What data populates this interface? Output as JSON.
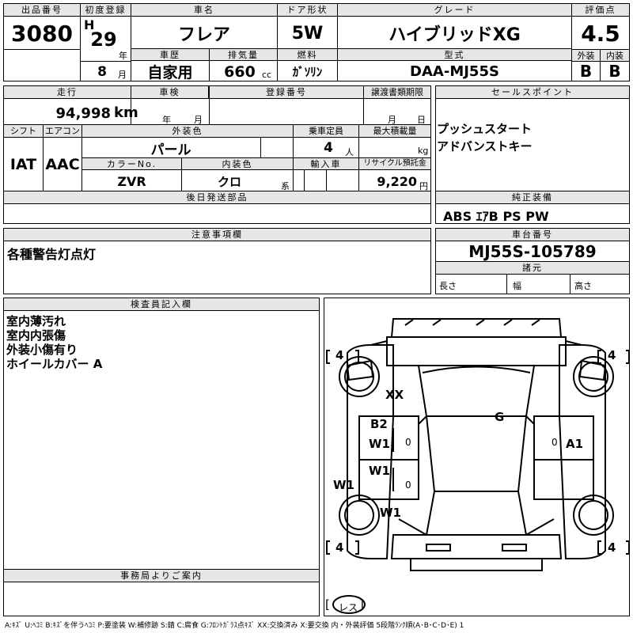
{
  "header": {
    "lot_no_label": "出品番号",
    "lot_no": "3080",
    "first_reg_label": "初度登録",
    "era": "H",
    "year": "29",
    "year_unit": "年",
    "month": "8",
    "month_unit": "月",
    "car_name_label": "車名",
    "car_name": "フレア",
    "door_label": "ドア形状",
    "door": "5W",
    "grade_label": "グレード",
    "grade": "ハイブリッドXG",
    "score_label": "評価点",
    "score": "4.5",
    "exterior_label": "外装",
    "exterior": "B",
    "interior_label": "内装",
    "interior": "B",
    "history_label": "車歴",
    "history": "自家用",
    "displacement_label": "排気量",
    "displacement": "660",
    "displacement_unit": "cc",
    "fuel_label": "燃料",
    "fuel": "ｶﾞｿﾘﾝ",
    "model_label": "型式",
    "model": "DAA-MJ55S"
  },
  "specs": {
    "mileage_label": "走行",
    "mileage": "94,998",
    "mileage_unit": "km",
    "inspection_label": "車検",
    "inspection_year_unit": "年",
    "inspection_month_unit": "月",
    "reg_no_label": "登録番号",
    "doc_deadline_label": "譲渡書類期限",
    "doc_month_unit": "月",
    "doc_day_unit": "日",
    "shift_label": "シフト",
    "shift": "IAT",
    "ac_label": "エアコン",
    "ac": "AAC",
    "ext_color_label": "外装色",
    "ext_color": "パール",
    "capacity_label": "乗車定員",
    "capacity": "4",
    "capacity_unit": "人",
    "max_load_label": "最大積載量",
    "max_load_unit": "kg",
    "color_no_label": "カラーNo.",
    "color_no": "ZVR",
    "int_color_label": "内装色",
    "int_color": "クロ",
    "int_color_unit": "系",
    "import_label": "輸入車",
    "recycle_label": "リサイクル預託金",
    "recycle": "9,220",
    "recycle_unit": "円",
    "later_parts_label": "後日発送部品"
  },
  "sales_points": {
    "label": "セールスポイント",
    "lines": [
      "プッシュスタート",
      "アドバンストキー"
    ]
  },
  "equipment": {
    "label": "純正装備",
    "value": "ABS ｴｱB PS PW"
  },
  "notes": {
    "label": "注意事項欄",
    "value": "各種警告灯点灯"
  },
  "chassis": {
    "label": "車台番号",
    "value": "MJ55S-105789"
  },
  "dimensions": {
    "label": "諸元",
    "length": "長さ",
    "width": "幅",
    "height": "高さ"
  },
  "inspector": {
    "label": "検査員記入欄",
    "lines": [
      "室内薄汚れ",
      "室内内張傷",
      "外装小傷有り",
      "ホイールカバー A"
    ]
  },
  "office": {
    "label": "事務局よりご案内"
  },
  "diagram": {
    "tire_fl": "4",
    "tire_fr": "4",
    "tire_rl": "4",
    "tire_rr": "4",
    "marks": {
      "xx": "XX",
      "g": "G",
      "b2": "B2",
      "w1a": "W1",
      "w1b": "W1",
      "w1c": "W1",
      "w1d": "W1",
      "a1": "A1",
      "zero_a": "0",
      "zero_b": "0",
      "zero_c": "0"
    },
    "spare": "レス"
  },
  "legend": "A:ｷｽﾞ U:ﾍｺﾐ B:ｷｽﾞを伴うﾍｺﾐ P:要塗装 W:補修跡 S:錆 C:腐食 G:ﾌﾛﾝﾄｶﾞﾗｽ点ｷｽﾞ XX:交換済み X:要交換 内・外装評価 5段階ﾗﾝｸ順(A･B･C･D･E) 1"
}
